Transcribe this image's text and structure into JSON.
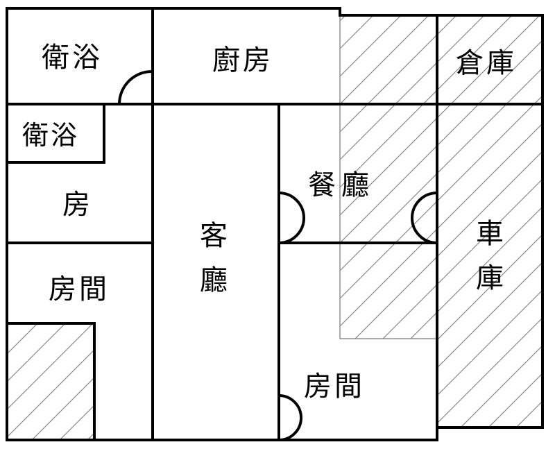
{
  "floor_plan": {
    "rooms": {
      "bath_top": "衛浴",
      "kitchen": "廚房",
      "storage": "倉庫",
      "bath_inner": "衛浴",
      "room_left": "房",
      "dining_1": "餐",
      "dining_2": "廳",
      "living_1": "客",
      "living_2": "廳",
      "garage_1": "車",
      "garage_2": "庫",
      "bedroom_left": "房間",
      "bedroom_right": "房間"
    }
  }
}
